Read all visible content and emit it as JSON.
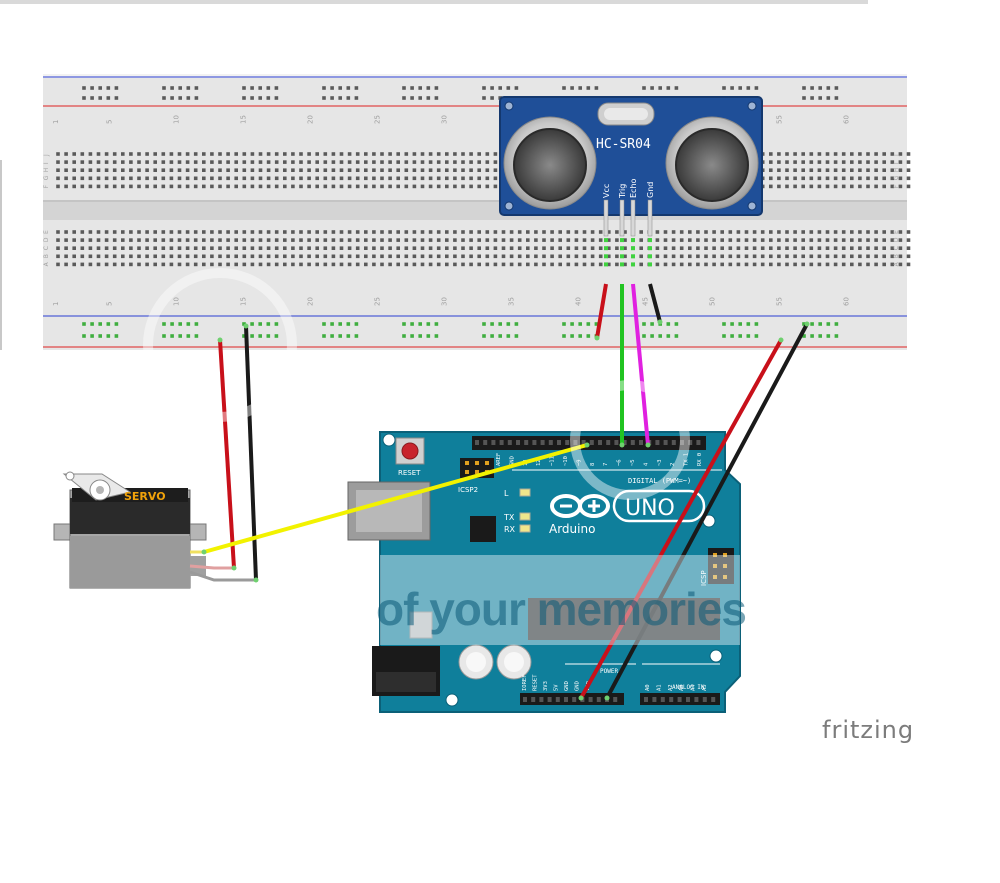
{
  "sensor": {
    "model": "HC-SR04",
    "pins": [
      "Vcc",
      "Trig",
      "Echo",
      "Gnd"
    ]
  },
  "servo": {
    "label": "SERVO"
  },
  "arduino": {
    "brand": "Arduino",
    "model": "UNO",
    "reset_label": "RESET",
    "icsp2_label": "ICSP2",
    "icsp_label": "ICSP",
    "digital_label": "DIGITAL (PWM=~)",
    "analog_label": "ANALOG IN",
    "power_label": "POWER",
    "leds": [
      "L",
      "TX",
      "RX"
    ],
    "power_pins": [
      "IOREF",
      "RESET",
      "3V3",
      "5V",
      "GND",
      "GND",
      "Vin"
    ],
    "analog_pins": [
      "A0",
      "A1",
      "A2",
      "A3",
      "A4",
      "A5"
    ],
    "digital_pins": [
      "AREF",
      "GND",
      "13",
      "12",
      "~11",
      "~10",
      "~9",
      "8",
      "7",
      "~6",
      "~5",
      "4",
      "~3",
      "2",
      "TX 1",
      "RX 0"
    ]
  },
  "breadboard": {
    "column_numbers": [
      "1",
      "5",
      "10",
      "15",
      "20",
      "25",
      "30",
      "35",
      "40",
      "45",
      "50",
      "55",
      "60"
    ],
    "rows_top": [
      "J",
      "I",
      "H",
      "G",
      "F"
    ],
    "rows_bottom": [
      "E",
      "D",
      "C",
      "B",
      "A"
    ]
  },
  "watermark": "of your memories",
  "fritzing_logo": "fritzing",
  "colors": {
    "board_blue": "#0f7f9b",
    "sensor_blue": "#1f4f98",
    "wire_red": "#c8101a",
    "wire_black": "#1a1a1a",
    "wire_green": "#21c421",
    "wire_magenta": "#e021e0",
    "wire_yellow": "#f2f200"
  }
}
